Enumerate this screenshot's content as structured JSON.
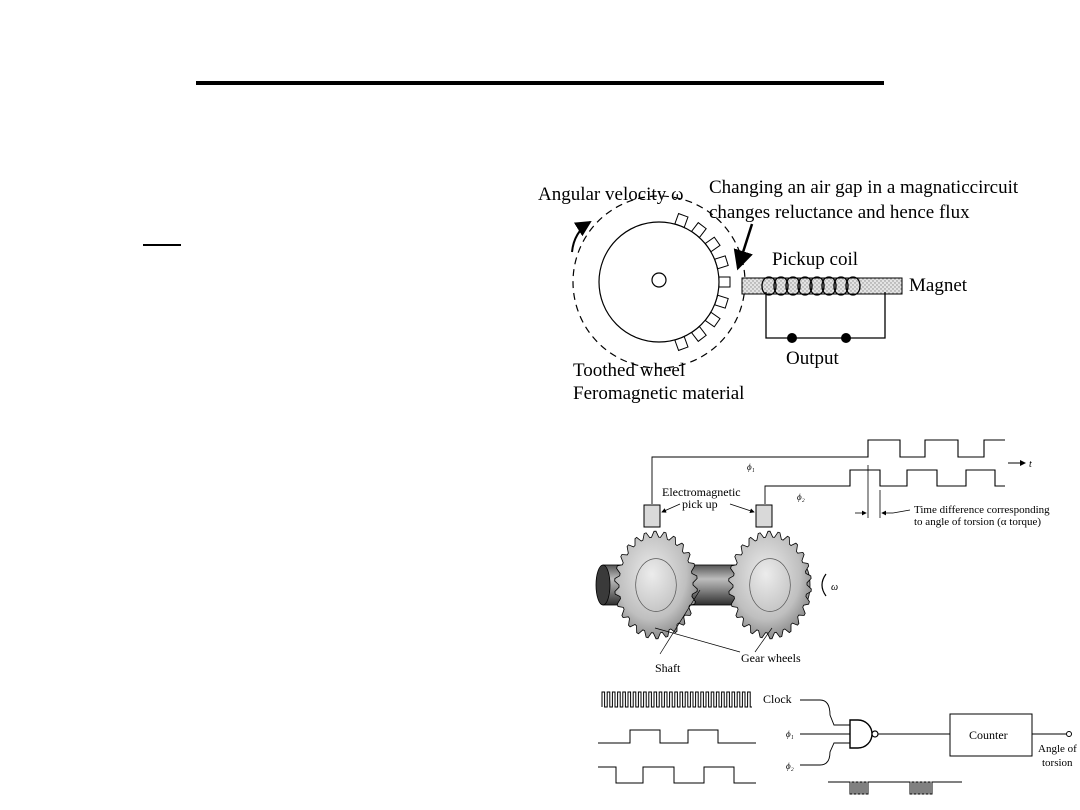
{
  "diagram_top": {
    "angular_velocity_label": "Angular velocity ω",
    "air_gap_note_line1": "Changing an air gap in a magnaticcircuit",
    "air_gap_note_line2": "changes reluctance and hence flux",
    "pickup_coil_label": "Pickup coil",
    "magnet_label": "Magnet",
    "output_label": "Output",
    "wheel_label_line1": "Toothed wheel",
    "wheel_label_line2": "Feromagnetic material"
  },
  "diagram_torque": {
    "phi1_label": "ϕ₁",
    "phi2_label": "ϕ₂",
    "time_axis_label": "t",
    "pickup_label_line1": "Electromagnetic",
    "pickup_label_line2": "pick up",
    "time_diff_line1": "Time difference corresponding",
    "time_diff_line2": "to angle of torsion (α torque)",
    "omega_label": "ω",
    "shaft_label": "Shaft",
    "gear_wheels_label": "Gear wheels"
  },
  "diagram_counter": {
    "clock_label": "Clock",
    "phi1_label": "ϕ₁",
    "phi2_label": "ϕ₂",
    "counter_label": "Counter",
    "angle_line1": "Angle of",
    "angle_line2": "torsion"
  }
}
